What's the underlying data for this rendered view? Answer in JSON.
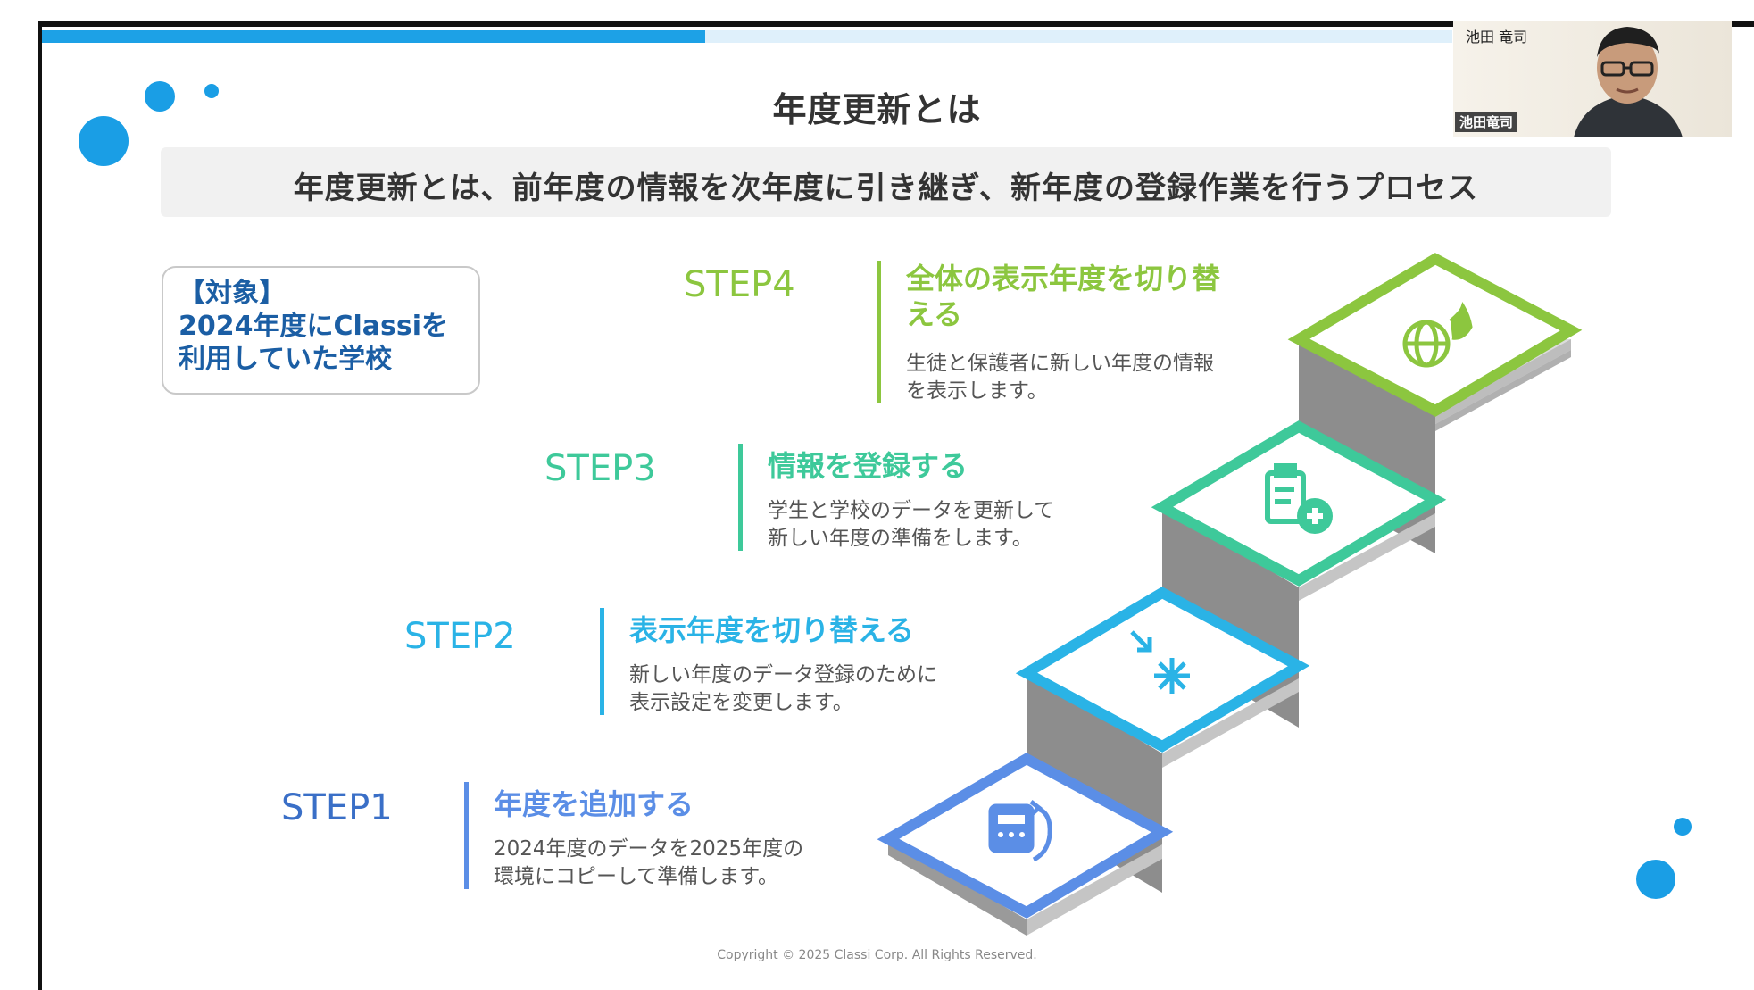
{
  "slide": {
    "progress_fraction": 0.47,
    "title": "年度更新とは",
    "banner": "年度更新とは、前年度の情報を次年度に引き継ぎ、新年度の登録作業を行うプロセス",
    "target": {
      "line1": "【対象】",
      "line2": "2024年度にClassiを",
      "line3": "利用していた学校"
    },
    "steps": [
      {
        "label": "STEP1",
        "title": "年度を追加する",
        "desc1": "2024年度のデータを2025年度の",
        "desc2": "環境にコピーして準備します。",
        "color": "#5b8ee6",
        "icon": "calendar-copy-icon"
      },
      {
        "label": "STEP2",
        "title": "表示年度を切り替える",
        "desc1": "新しい年度のデータ登録のために",
        "desc2": "表示設定を変更します。",
        "color": "#2ab3e6",
        "icon": "click-cursor-icon"
      },
      {
        "label": "STEP3",
        "title": "情報を登録する",
        "desc1": "学生と学校のデータを更新して",
        "desc2": "新しい年度の準備をします。",
        "color": "#3ec99a",
        "icon": "clipboard-add-icon"
      },
      {
        "label": "STEP4",
        "title": "全体の表示年度を切り替える",
        "title_line1": "全体の表示年度を切り替",
        "title_line2": "える",
        "desc1": "生徒と保護者に新しい年度の情報",
        "desc2": "を表示します。",
        "color": "#8cc63f",
        "icon": "globe-icon"
      }
    ],
    "copyright": "Copyright © 2025 Classi Corp. All Rights Reserved.",
    "accent_color": "#1a9ee5"
  },
  "webcam": {
    "sign_text": "池田 竜司",
    "name_tag": "池田竜司"
  }
}
